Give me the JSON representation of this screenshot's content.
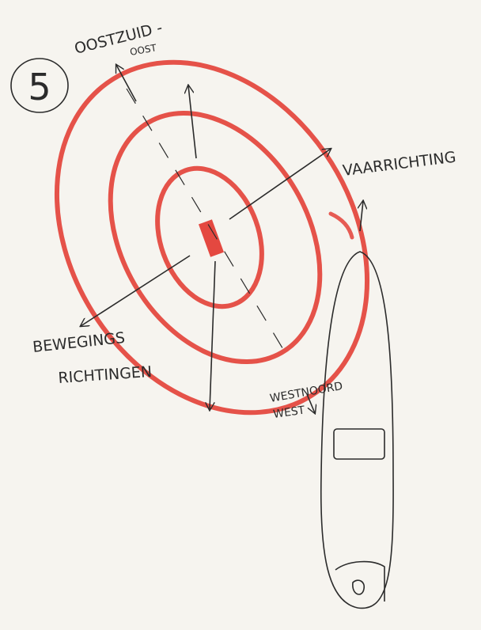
{
  "labels": {
    "step_number": "5",
    "east_south_east_line1": "OOSTZUID -",
    "east_south_east_line2": "OOST",
    "sailing_direction": "VAARRICHTING",
    "movement_line1": "BEWEGINGS",
    "movement_line2": "RICHTINGEN",
    "west_north_west_line1": "WESTNOORD",
    "west_north_west_line2": "WEST"
  },
  "colors": {
    "paper": "#f6f4ef",
    "pencil": "#2b2b2b",
    "red_crayon": "#e2352c"
  }
}
